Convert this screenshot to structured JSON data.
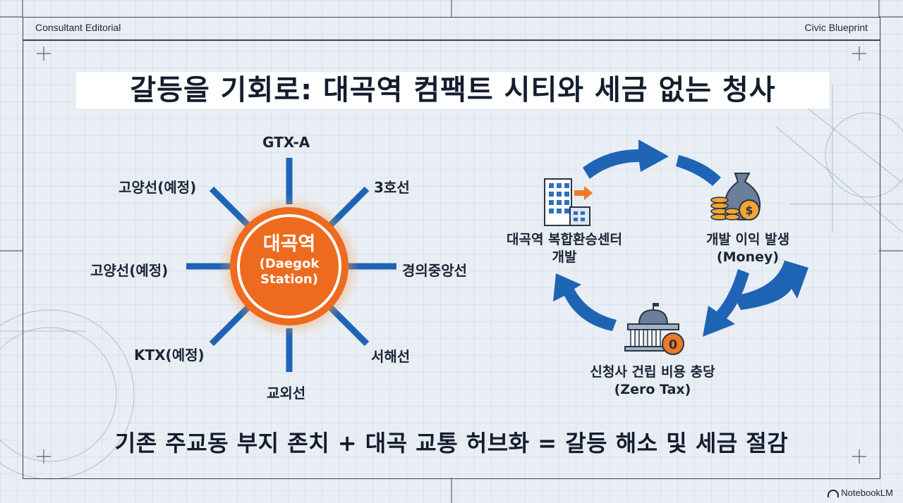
{
  "header": {
    "left": "Consultant Editorial",
    "right": "Civic Blueprint"
  },
  "title": "갈등을 기회로: 대곡역 컴팩트 시티와 세금 없는 청사",
  "hub": {
    "name": "대곡역",
    "english_line1": "(Daegok",
    "english_line2": "Station)",
    "color": "#ee6a1e",
    "lines": [
      {
        "label": "GTX-A"
      },
      {
        "label": "3호선"
      },
      {
        "label": "경의중앙선"
      },
      {
        "label": "서해선"
      },
      {
        "label": "교외선"
      },
      {
        "label": "KTX(예정)"
      },
      {
        "label": "고양선(예정)"
      },
      {
        "label": "고양선(예정)"
      }
    ]
  },
  "cycle": {
    "arrow_color": "#1f64b4",
    "steps": [
      {
        "line1": "대곡역 복합환승센터",
        "line2": "개발",
        "icon": "building-arrow-icon"
      },
      {
        "line1": "개발 이익 발생",
        "line2": "(Money)",
        "icon": "money-bag-icon"
      },
      {
        "line1": "신청사 건립 비용 충당",
        "line2": "(Zero Tax)",
        "icon": "city-hall-icon"
      }
    ]
  },
  "bottom_statement": "기존 주교동 부지 존치 + 대곡 교통 허브화 = 갈등 해소 및 세금 절감",
  "watermark": "NotebookLM"
}
